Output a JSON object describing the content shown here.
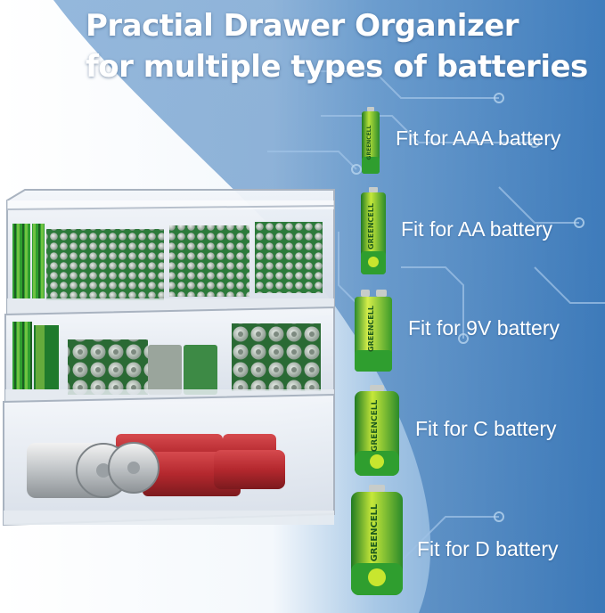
{
  "headline": {
    "line1": "Practial Drawer Organizer",
    "line2": "for multiple types of batteries"
  },
  "colors": {
    "background_start": "#ffffff",
    "background_end": "#4a86c4",
    "battery_green": "#2f9e2f",
    "battery_lime": "#c8e62e",
    "battery_red": "#b4282e",
    "label_text": "#ffffff"
  },
  "batteries": [
    {
      "label": "Fit for AAA battery",
      "brand": "GREENCELL"
    },
    {
      "label": "Fit for AA battery",
      "brand": "GREENCELL"
    },
    {
      "label": "Fit for 9V battery",
      "brand": "GREENCELL"
    },
    {
      "label": "Fit for C battery",
      "brand": "GREENCELL"
    },
    {
      "label": "Fit for D battery",
      "brand": "GREENCELL"
    }
  ]
}
